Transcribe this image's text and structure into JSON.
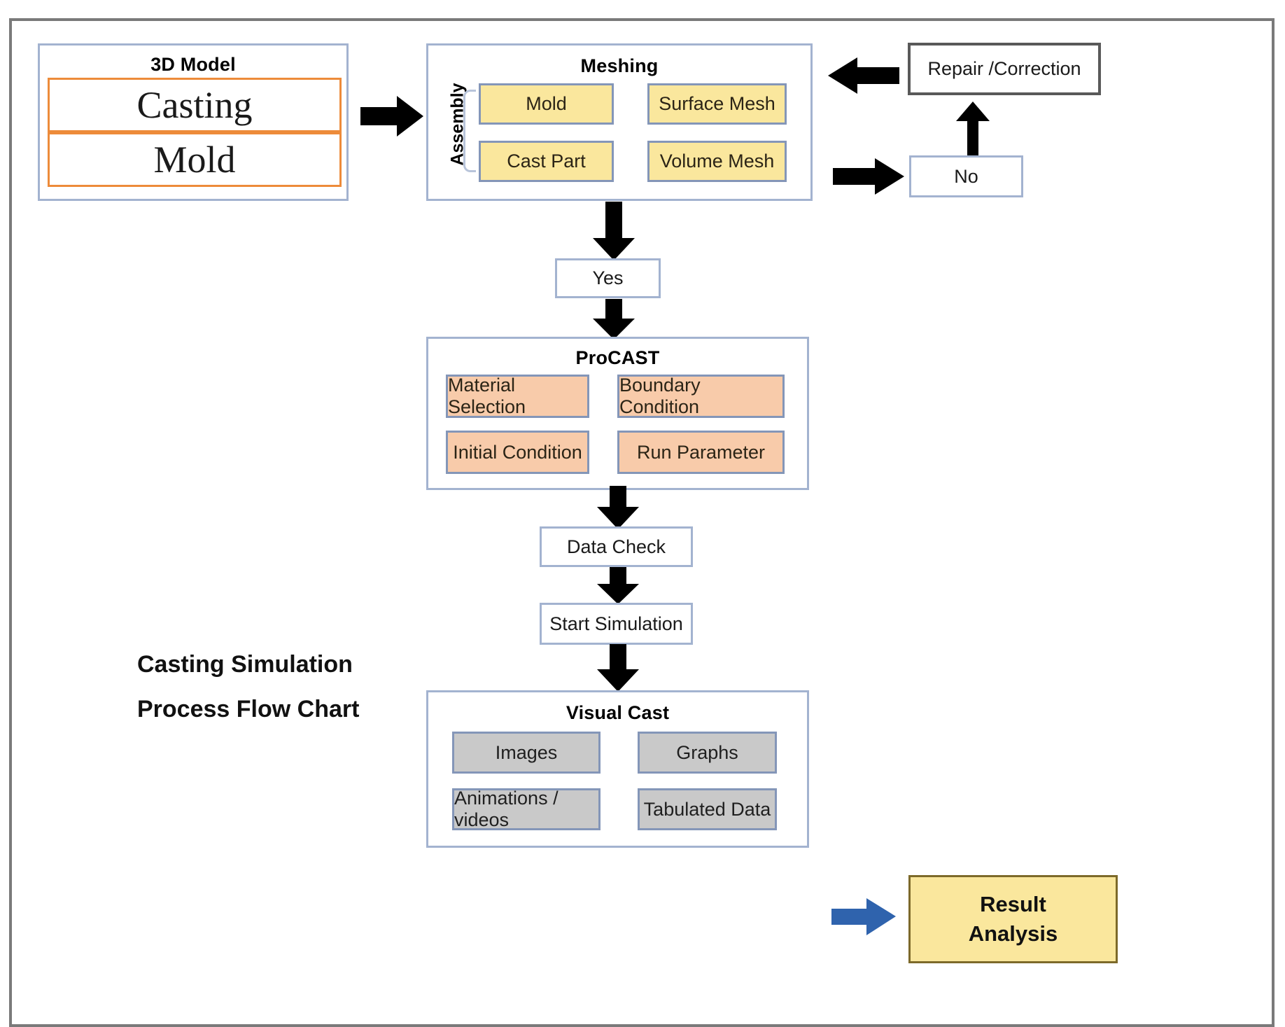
{
  "diagram": {
    "headline_line1": "Casting Simulation",
    "headline_line2": "Process Flow Chart",
    "colors": {
      "frame_border": "#7a7a7a",
      "group_border": "#a3b3d0",
      "yellow_fill": "#fae79d",
      "peach_fill": "#f8cbaa",
      "gray_fill": "#c9c9c9",
      "orange_outline": "#ed8b3a",
      "blue_arrow": "#2f63ad",
      "black_arrow": "#000000",
      "result_fill": "#fae79d"
    }
  },
  "model_group": {
    "title": "3D Model",
    "items": [
      {
        "label": "Casting"
      },
      {
        "label": "Mold"
      }
    ]
  },
  "meshing_group": {
    "title": "Meshing",
    "assembly_label": "Assembly",
    "items": [
      {
        "label": "Mold"
      },
      {
        "label": "Surface Mesh"
      },
      {
        "label": "Cast Part"
      },
      {
        "label": "Volume Mesh"
      }
    ]
  },
  "decision": {
    "repair_label": "Repair /Correction",
    "no_label": "No",
    "yes_label": "Yes"
  },
  "procast_group": {
    "title": "ProCAST",
    "items": [
      {
        "label": "Material Selection"
      },
      {
        "label": "Boundary Condition"
      },
      {
        "label": "Initial Condition"
      },
      {
        "label": "Run Parameter"
      }
    ]
  },
  "steps": {
    "data_check": "Data Check",
    "start_simulation": "Start Simulation"
  },
  "visualcast_group": {
    "title": "Visual Cast",
    "items": [
      {
        "label": "Images"
      },
      {
        "label": "Graphs"
      },
      {
        "label": "Animations / videos"
      },
      {
        "label": "Tabulated  Data"
      }
    ]
  },
  "result": {
    "line1": "Result",
    "line2": "Analysis"
  }
}
